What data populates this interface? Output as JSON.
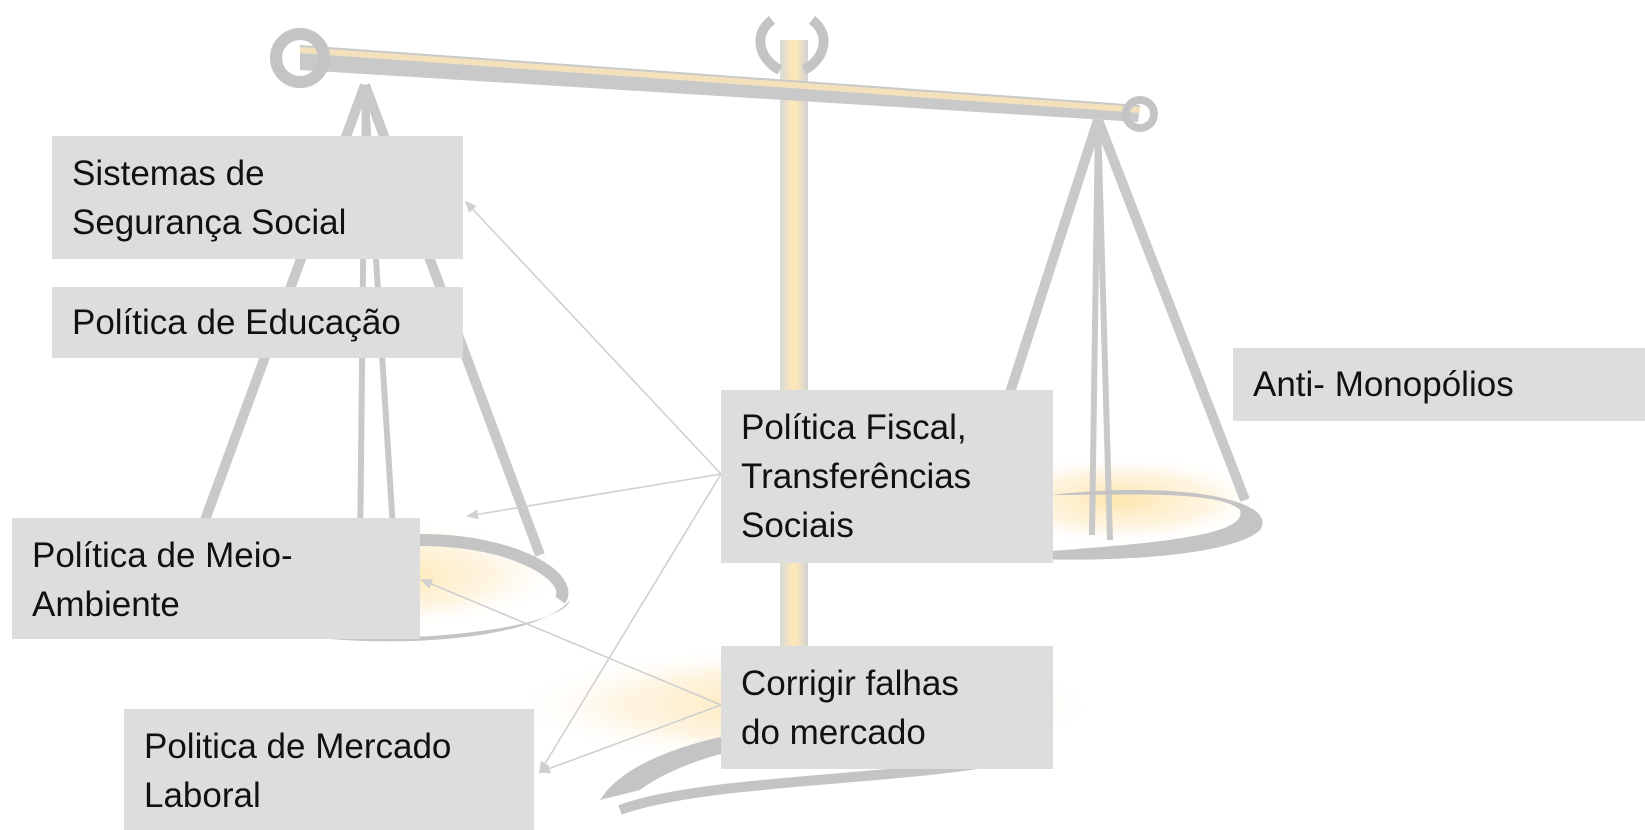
{
  "colors": {
    "box_fill": "#dddddd",
    "text": "#111111",
    "scale_gray": "#c7c7c7",
    "glow": "#fde3a7",
    "arrow": "#d0d0d0"
  },
  "boxes": {
    "social_security": {
      "lines": [
        "Sistemas de",
        "Segurança Social"
      ]
    },
    "education": {
      "lines": [
        "Política de Educação"
      ]
    },
    "environment": {
      "lines": [
        "Política de Meio-",
        "Ambiente"
      ]
    },
    "labor_market": {
      "lines": [
        "Politica de Mercado",
        "Laboral"
      ]
    },
    "fiscal_policy": {
      "lines": [
        "Política Fiscal,",
        "Transferências",
        "Sociais"
      ]
    },
    "market_failures": {
      "lines": [
        "Corrigir falhas",
        "do mercado"
      ]
    },
    "anti_monopoly": {
      "lines": [
        "Anti- Monopólios"
      ]
    }
  },
  "connections": [
    {
      "from": "fiscal_policy",
      "to": "social_security"
    },
    {
      "from": "fiscal_policy",
      "to": "environment"
    },
    {
      "from": "fiscal_policy",
      "to": "labor_market"
    },
    {
      "from": "market_failures",
      "to": "environment"
    },
    {
      "from": "market_failures",
      "to": "labor_market"
    }
  ]
}
